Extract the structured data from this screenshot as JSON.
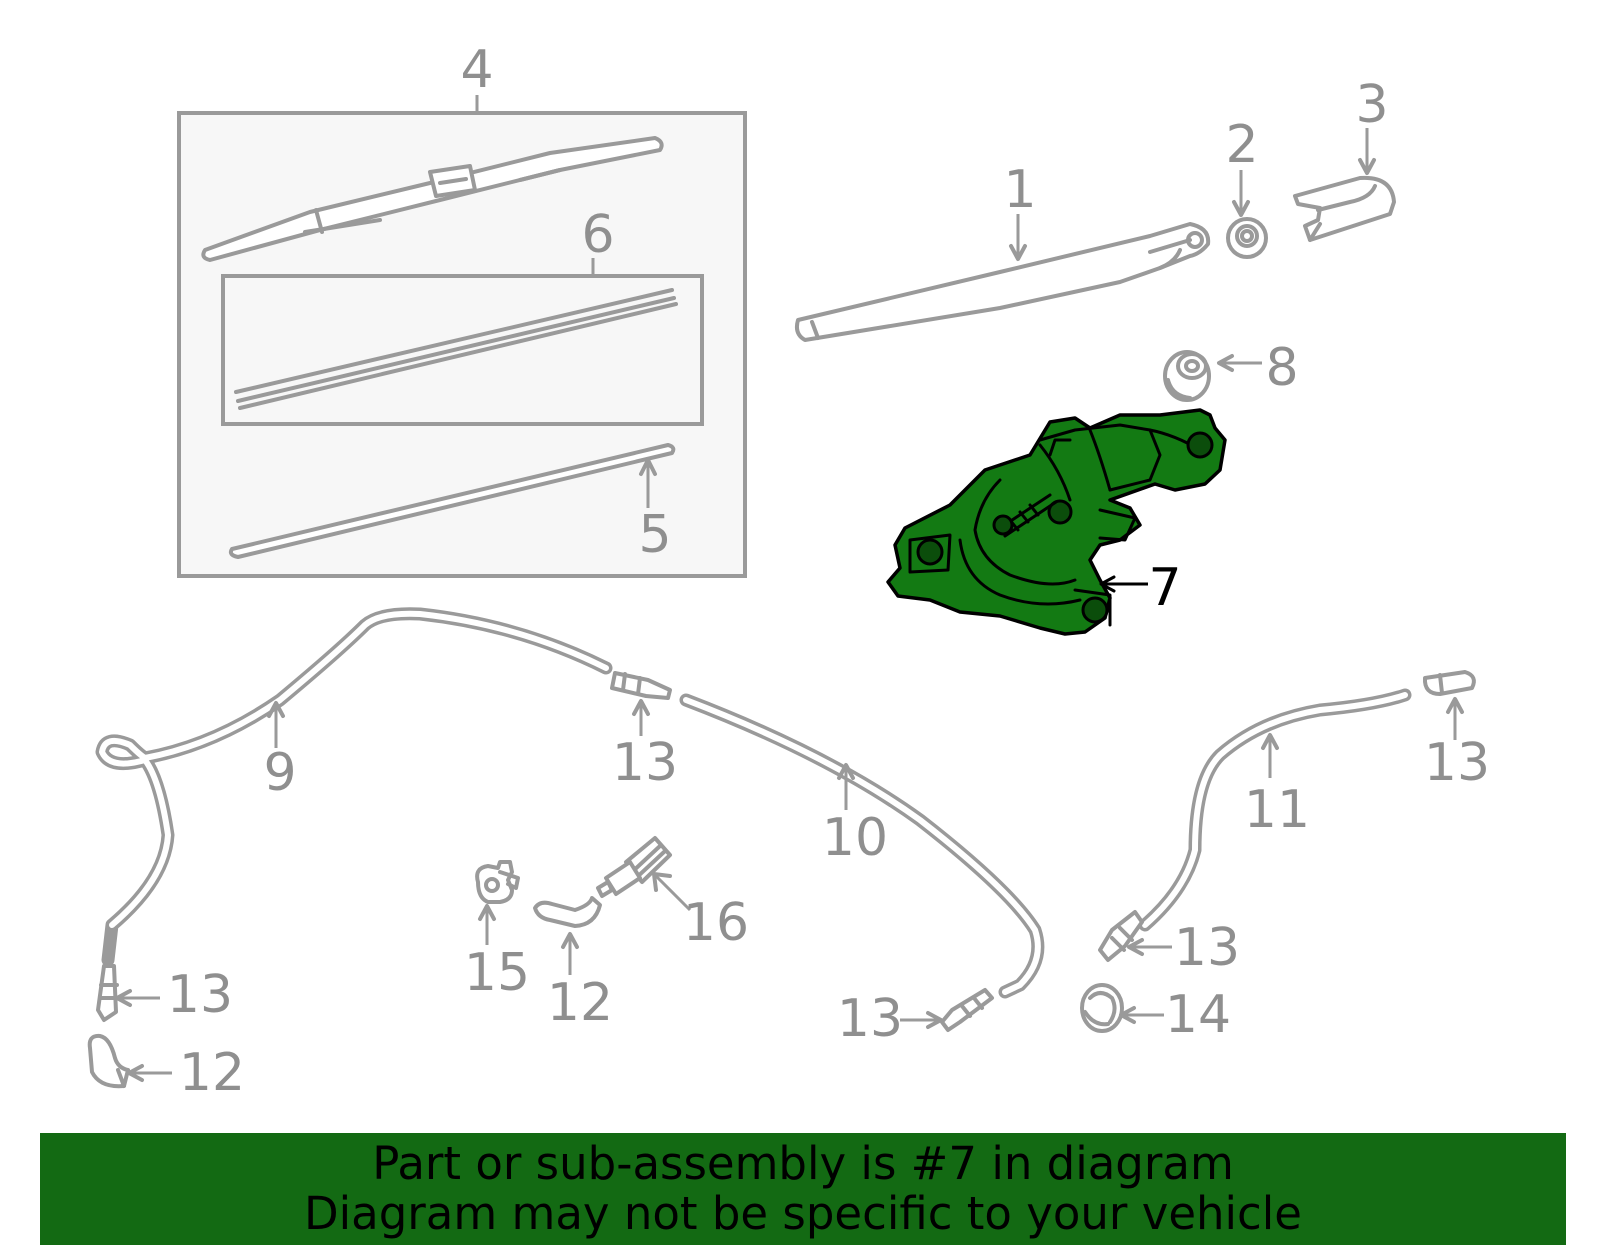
{
  "callouts": {
    "c1": "1",
    "c2": "2",
    "c3": "3",
    "c4": "4",
    "c5": "5",
    "c6": "6",
    "c7": "7",
    "c8": "8",
    "c9": "9",
    "c10": "10",
    "c11": "11",
    "c12a": "12",
    "c12b": "12",
    "c13a": "13",
    "c13b": "13",
    "c13c": "13",
    "c13d": "13",
    "c13e": "13",
    "c14": "14",
    "c15": "15",
    "c16": "16"
  },
  "highlight_part": "7",
  "colors": {
    "highlight_fill": "#137a13",
    "banner_background": "#136a13",
    "part_lines": "#9a9a9a",
    "callout_text": "#8f8f8f",
    "box_background": "#f7f7f7"
  },
  "banner": {
    "line1": "Part or sub-assembly is #7 in diagram",
    "line2": "Diagram may not be specific to your vehicle"
  }
}
